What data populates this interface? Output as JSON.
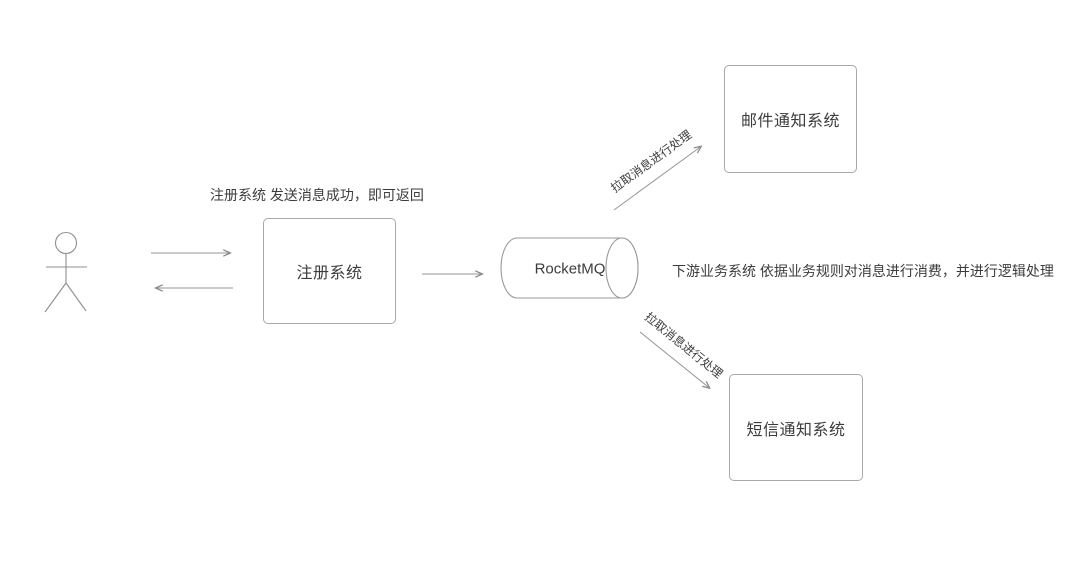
{
  "diagram": {
    "title": "RocketMQ message flow diagram",
    "annotations": {
      "top": "注册系统 发送消息成功，即可返回",
      "right": "下游业务系统 依据业务规则对消息进行消费，并进行逻辑处理"
    },
    "nodes": {
      "actor": {
        "label": "",
        "shape": "stick-figure"
      },
      "register": {
        "label": "注册系统",
        "shape": "rectangle"
      },
      "mq": {
        "label": "RocketMQ",
        "shape": "cylinder"
      },
      "email": {
        "label": "邮件通知系统",
        "shape": "rectangle"
      },
      "sms": {
        "label": "短信通知系统",
        "shape": "rectangle"
      }
    },
    "edges": {
      "actor_to_register": {
        "label": "",
        "direction": "right"
      },
      "register_to_actor": {
        "label": "",
        "direction": "left"
      },
      "register_to_mq": {
        "label": "",
        "direction": "right"
      },
      "mq_to_email": {
        "label": "拉取消息进行处理",
        "direction": "up-right"
      },
      "mq_to_sms": {
        "label": "拉取消息进行处理",
        "direction": "down-right"
      }
    },
    "colors": {
      "background": "#ffffff",
      "line_stroke": "#949494",
      "box_border": "#a8a8a8",
      "text": "#3c3c3c"
    }
  }
}
